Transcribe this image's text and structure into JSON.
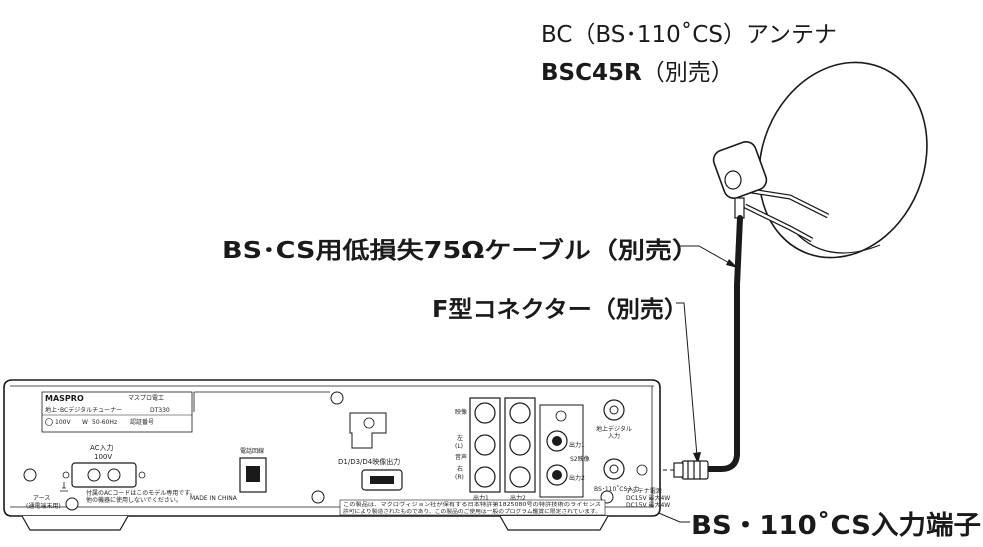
{
  "callouts": {
    "antenna_line1": "BC（BS･110˚CS）アンテナ",
    "antenna_model": "BSC45R",
    "antenna_model_suffix": "（別売）",
    "cable": "BS･CS用低損失75Ωケーブル（別売）",
    "connector": "F型コネクター（別売）",
    "input_terminal": "BS・110˚CS入力端子"
  },
  "device": {
    "brand": "MASPRO",
    "maker": "マスプロ電工",
    "product": "地上･BCデジタルチューナー",
    "model": "DT330",
    "rating": "100V",
    "power_w": "W",
    "freq": "50-60Hz",
    "cert": "認証番号",
    "ac_in_line1": "AC入力",
    "ac_in_line2": "100V",
    "ac_note_line1": "付属のACコードはこのモデル専用です。",
    "ac_note_line2": "他の機器に使用しないでください。",
    "earth_line1": "アース",
    "earth_line2": "(通電端末用)",
    "phone": "電話回線",
    "made_in": "MADE IN CHINA",
    "d_out": "D1/D3/D4映像出力",
    "video": "映像",
    "left": "左",
    "left_sub": "(L)",
    "audio": "音声",
    "right": "右",
    "right_sub": "(R)",
    "out1": "出力1",
    "out2": "出力2",
    "s_video": "S2映像",
    "s_out1": "出力1",
    "s_out2": "出力2",
    "terrestrial_line1": "地上デジタル",
    "terrestrial_line2": "入力",
    "bs_in": "BS･110˚CS入力",
    "ant_power_line1": "アンテナ電源",
    "ant_power_line2": "DC15V 最大4W",
    "ant_power_line3": "DC15V 最大4W",
    "notice_line1": "この製品は、マクロヴィジョン社が保有する日本特許第1825080号の特許技術のライセンス",
    "notice_line2": "許可により製造されたものであり、この製品のご使用は一般のプログラム鑑賞に限定されています。"
  }
}
